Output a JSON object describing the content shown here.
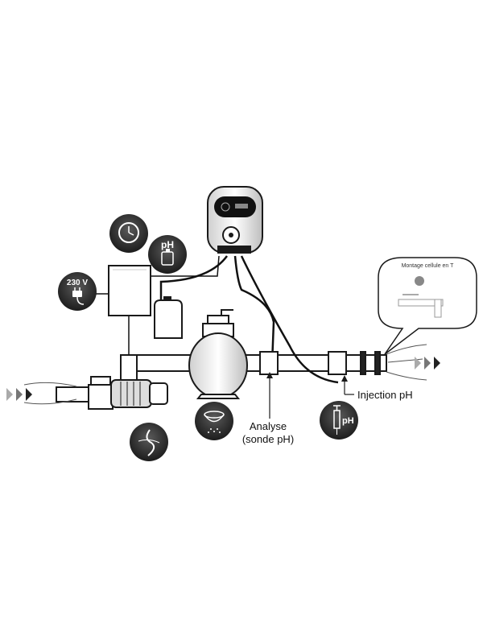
{
  "labels": {
    "power": "230 V",
    "ph_tank": "pH",
    "ph_syringe": "pH",
    "analyse_line1": "Analyse",
    "analyse_line2": "(sonde pH)",
    "injection": "Injection pH",
    "callout": "Montage cellule en T"
  },
  "colors": {
    "ink": "#1a1a1a",
    "badge_fill": "#2b2b2b",
    "pipe_fill": "#ffffff",
    "screen": "#111111"
  },
  "icons": {
    "clock": "clock-icon",
    "tank": "jerrycan-icon",
    "plug": "power-plug-icon",
    "filter": "filter-strainer-icon",
    "pump": "pump-impeller-icon",
    "syringe": "syringe-icon",
    "flow_in": "flow-arrows-icon",
    "flow_out": "flow-arrows-icon"
  }
}
